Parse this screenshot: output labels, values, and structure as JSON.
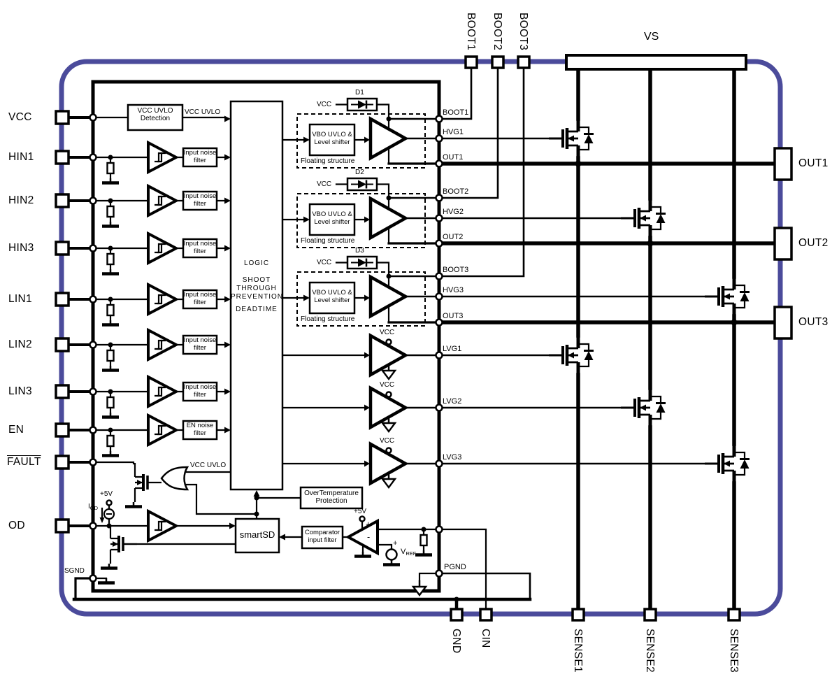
{
  "pins": {
    "left": [
      "VCC",
      "HIN1",
      "HIN2",
      "HIN3",
      "LIN1",
      "LIN2",
      "LIN3",
      "EN",
      "FAULT",
      "OD"
    ],
    "top": [
      "BOOT1",
      "BOOT2",
      "BOOT3"
    ],
    "vs": "VS",
    "right": [
      "OUT1",
      "OUT2",
      "OUT3"
    ],
    "bottom": [
      "GND",
      "CIN",
      "SENSE1",
      "SENSE2",
      "SENSE3"
    ]
  },
  "blocks": {
    "vcc_uvlo_detection": "VCC UVLO Detection",
    "input_noise_filter": "Input noise filter",
    "en_noise_filter": "EN noise filter",
    "logic_title": "LOGIC",
    "logic_lines": [
      "SHOOT",
      "THROUGH",
      "PREVENTION",
      "DEADTIME"
    ],
    "vbo": "VBO UVLO & Level shifter",
    "floating_structure": "Floating structure",
    "overtemp": "OverTemperature Protection",
    "comparator_filter": "Comparator input filter",
    "smartsd": "smartSD"
  },
  "signals": {
    "vcc": "VCC",
    "vcc_uvlo": "VCC UVLO",
    "boot": [
      "BOOT1",
      "BOOT2",
      "BOOT3"
    ],
    "hvg": [
      "HVG1",
      "HVG2",
      "HVG3"
    ],
    "lvg": [
      "LVG1",
      "LVG2",
      "LVG3"
    ],
    "diodes": [
      "D1",
      "D2",
      "D3"
    ],
    "pgnd": "PGND",
    "sgnd": "SGND",
    "plus5v": "+5V",
    "plus": "+",
    "minus": "-",
    "iod_base": "I",
    "iod_sub": "OD",
    "vref_base": "V",
    "vref_sub": "REF"
  },
  "colors": {
    "package_border": "#4b4b9b",
    "line": "#000000"
  }
}
